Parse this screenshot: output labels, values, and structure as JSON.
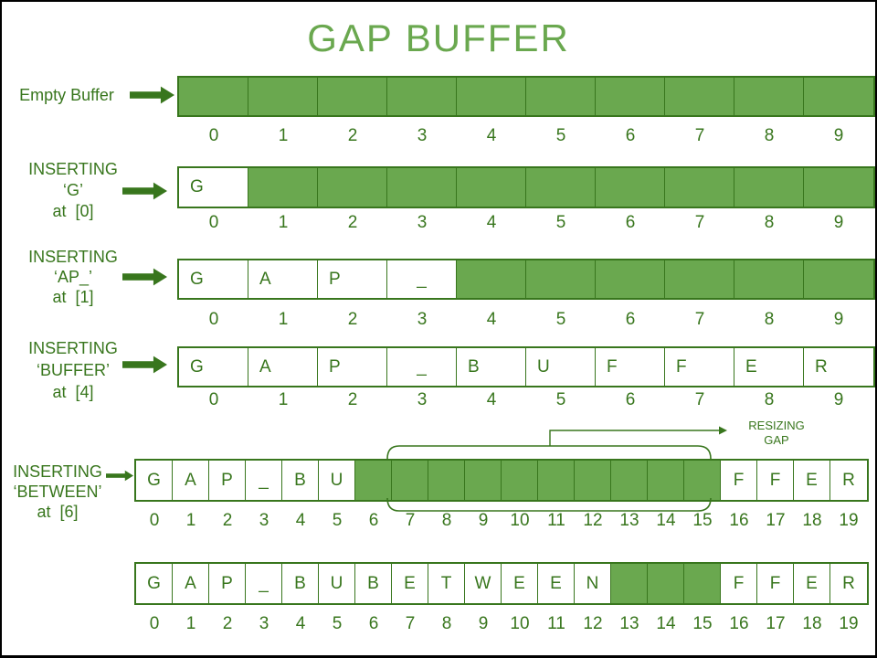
{
  "title": "GAP BUFFER",
  "colors": {
    "fill_green": "#6aa84f",
    "line_green": "#38761d",
    "text_green": "#38761d",
    "title_green": "#6aa84f",
    "background": "#ffffff",
    "frame_border": "#000000"
  },
  "annotation": {
    "lines": [
      "RESIZING",
      "GAP"
    ]
  },
  "rows": [
    {
      "name": "empty-buffer",
      "label_lines": [
        "Empty Buffer"
      ],
      "cells": [
        {
          "ch": "",
          "gap": true
        },
        {
          "ch": "",
          "gap": true
        },
        {
          "ch": "",
          "gap": true
        },
        {
          "ch": "",
          "gap": true
        },
        {
          "ch": "",
          "gap": true
        },
        {
          "ch": "",
          "gap": true
        },
        {
          "ch": "",
          "gap": true
        },
        {
          "ch": "",
          "gap": true
        },
        {
          "ch": "",
          "gap": true
        },
        {
          "ch": "",
          "gap": true
        }
      ],
      "indices": [
        "0",
        "1",
        "2",
        "3",
        "4",
        "5",
        "6",
        "7",
        "8",
        "9"
      ]
    },
    {
      "name": "insert-g",
      "label_lines": [
        "INSERTING",
        "‘G’",
        "at  [0]"
      ],
      "cells": [
        {
          "ch": "G",
          "gap": false
        },
        {
          "ch": "",
          "gap": true
        },
        {
          "ch": "",
          "gap": true
        },
        {
          "ch": "",
          "gap": true
        },
        {
          "ch": "",
          "gap": true
        },
        {
          "ch": "",
          "gap": true
        },
        {
          "ch": "",
          "gap": true
        },
        {
          "ch": "",
          "gap": true
        },
        {
          "ch": "",
          "gap": true
        },
        {
          "ch": "",
          "gap": true
        }
      ],
      "indices": [
        "0",
        "1",
        "2",
        "3",
        "4",
        "5",
        "6",
        "7",
        "8",
        "9"
      ]
    },
    {
      "name": "insert-ap",
      "label_lines": [
        "INSERTING",
        "‘AP_’",
        "at  [1]"
      ],
      "cells": [
        {
          "ch": "G",
          "gap": false
        },
        {
          "ch": "A",
          "gap": false
        },
        {
          "ch": "P",
          "gap": false
        },
        {
          "ch": "_",
          "gap": false
        },
        {
          "ch": "",
          "gap": true
        },
        {
          "ch": "",
          "gap": true
        },
        {
          "ch": "",
          "gap": true
        },
        {
          "ch": "",
          "gap": true
        },
        {
          "ch": "",
          "gap": true
        },
        {
          "ch": "",
          "gap": true
        }
      ],
      "indices": [
        "0",
        "1",
        "2",
        "3",
        "4",
        "5",
        "6",
        "7",
        "8",
        "9"
      ]
    },
    {
      "name": "insert-buffer",
      "label_lines": [
        "INSERTING",
        "‘BUFFER’",
        "at  [4]"
      ],
      "cells": [
        {
          "ch": "G",
          "gap": false
        },
        {
          "ch": "A",
          "gap": false
        },
        {
          "ch": "P",
          "gap": false
        },
        {
          "ch": "_",
          "gap": false
        },
        {
          "ch": "B",
          "gap": false
        },
        {
          "ch": "U",
          "gap": false
        },
        {
          "ch": "F",
          "gap": false
        },
        {
          "ch": "F",
          "gap": false
        },
        {
          "ch": "E",
          "gap": false
        },
        {
          "ch": "R",
          "gap": false
        }
      ],
      "indices": [
        "0",
        "1",
        "2",
        "3",
        "4",
        "5",
        "6",
        "7",
        "8",
        "9"
      ]
    },
    {
      "name": "insert-between-resized-gap",
      "label_lines": [
        "INSERTING",
        "‘BETWEEN’",
        "at  [6]"
      ],
      "cells": [
        {
          "ch": "G",
          "gap": false
        },
        {
          "ch": "A",
          "gap": false
        },
        {
          "ch": "P",
          "gap": false
        },
        {
          "ch": "_",
          "gap": false
        },
        {
          "ch": "B",
          "gap": false
        },
        {
          "ch": "U",
          "gap": false
        },
        {
          "ch": "",
          "gap": true
        },
        {
          "ch": "",
          "gap": true
        },
        {
          "ch": "",
          "gap": true
        },
        {
          "ch": "",
          "gap": true
        },
        {
          "ch": "",
          "gap": true
        },
        {
          "ch": "",
          "gap": true
        },
        {
          "ch": "",
          "gap": true
        },
        {
          "ch": "",
          "gap": true
        },
        {
          "ch": "",
          "gap": true
        },
        {
          "ch": "",
          "gap": true
        },
        {
          "ch": "F",
          "gap": false
        },
        {
          "ch": "F",
          "gap": false
        },
        {
          "ch": "E",
          "gap": false
        },
        {
          "ch": "R",
          "gap": false
        }
      ],
      "indices": [
        "0",
        "1",
        "2",
        "3",
        "4",
        "5",
        "6",
        "7",
        "8",
        "9",
        "10",
        "11",
        "12",
        "13",
        "14",
        "15",
        "16",
        "17",
        "18",
        "19"
      ]
    },
    {
      "name": "after-insert-between",
      "label_lines": [],
      "cells": [
        {
          "ch": "G",
          "gap": false
        },
        {
          "ch": "A",
          "gap": false
        },
        {
          "ch": "P",
          "gap": false
        },
        {
          "ch": "_",
          "gap": false
        },
        {
          "ch": "B",
          "gap": false
        },
        {
          "ch": "U",
          "gap": false
        },
        {
          "ch": "B",
          "gap": false
        },
        {
          "ch": "E",
          "gap": false
        },
        {
          "ch": "T",
          "gap": false
        },
        {
          "ch": "W",
          "gap": false
        },
        {
          "ch": "E",
          "gap": false
        },
        {
          "ch": "E",
          "gap": false
        },
        {
          "ch": "N",
          "gap": false
        },
        {
          "ch": "",
          "gap": true
        },
        {
          "ch": "",
          "gap": true
        },
        {
          "ch": "",
          "gap": true
        },
        {
          "ch": "F",
          "gap": false
        },
        {
          "ch": "F",
          "gap": false
        },
        {
          "ch": "E",
          "gap": false
        },
        {
          "ch": "R",
          "gap": false
        }
      ],
      "indices": [
        "0",
        "1",
        "2",
        "3",
        "4",
        "5",
        "6",
        "7",
        "8",
        "9",
        "10",
        "11",
        "12",
        "13",
        "14",
        "15",
        "16",
        "17",
        "18",
        "19"
      ]
    }
  ]
}
